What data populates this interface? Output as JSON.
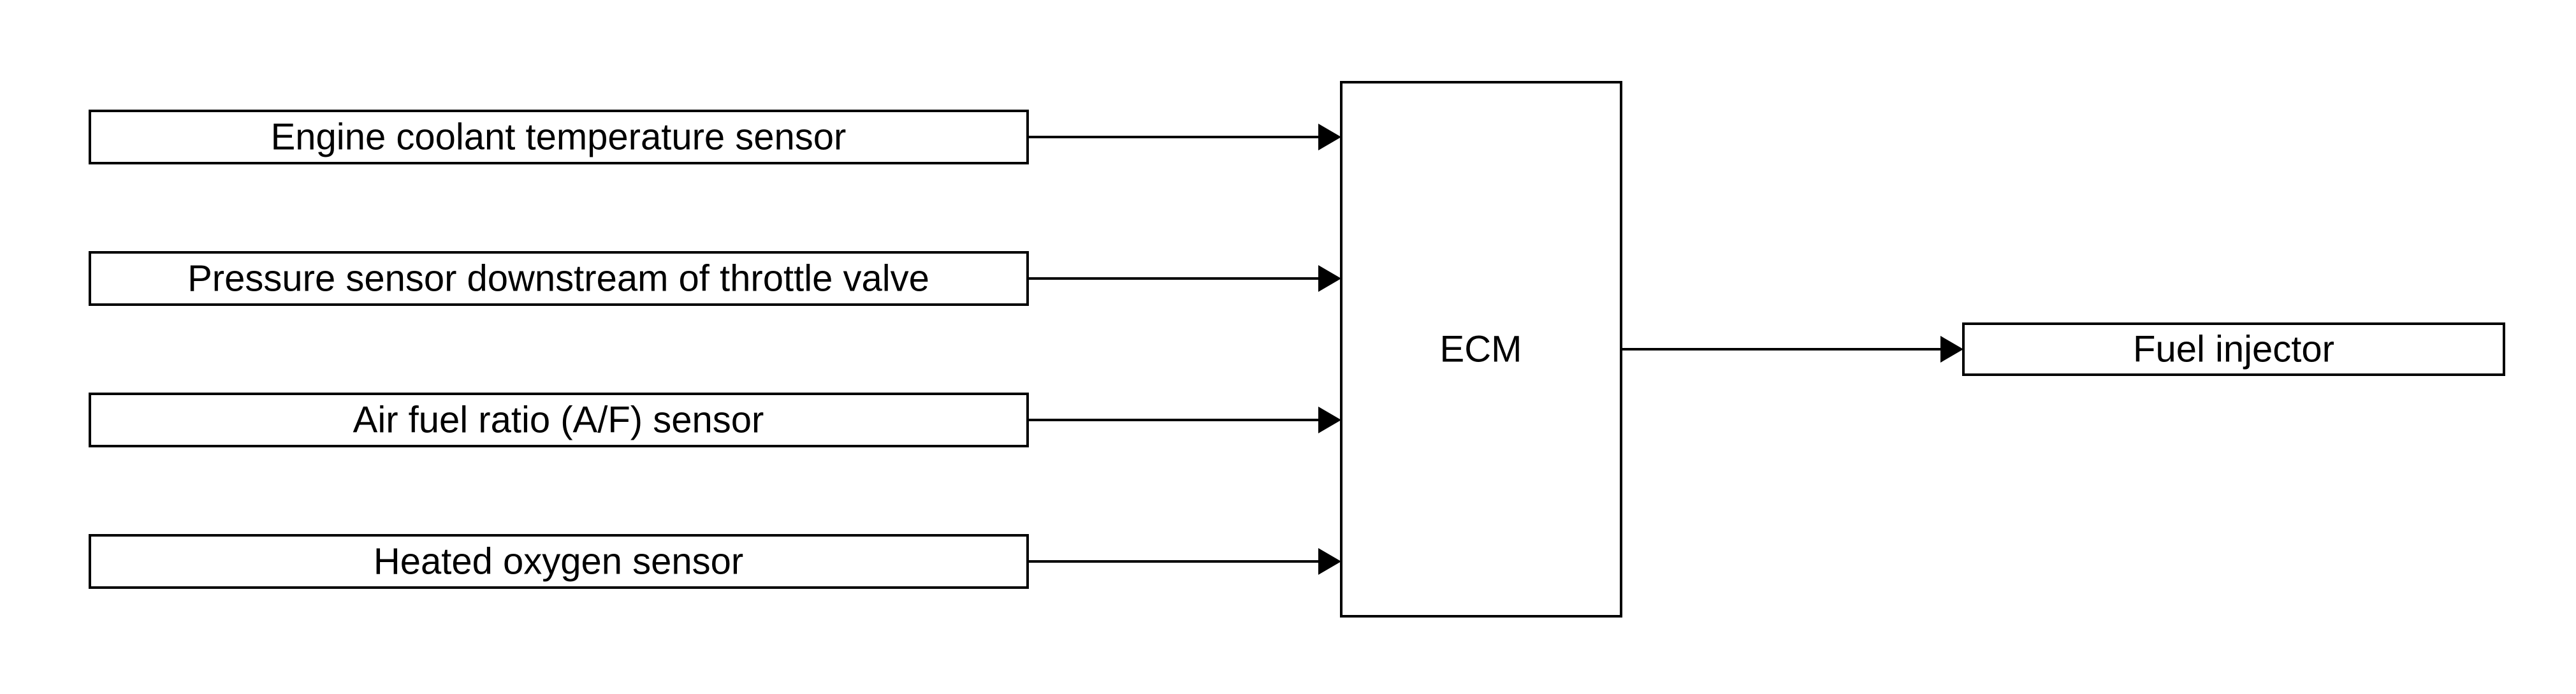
{
  "inputs": [
    {
      "label": "Engine coolant temperature sensor"
    },
    {
      "label": "Pressure sensor downstream of throttle valve"
    },
    {
      "label": "Air fuel ratio (A/F) sensor"
    },
    {
      "label": "Heated oxygen sensor"
    }
  ],
  "controller": {
    "label": "ECM"
  },
  "output": {
    "label": "Fuel injector"
  }
}
